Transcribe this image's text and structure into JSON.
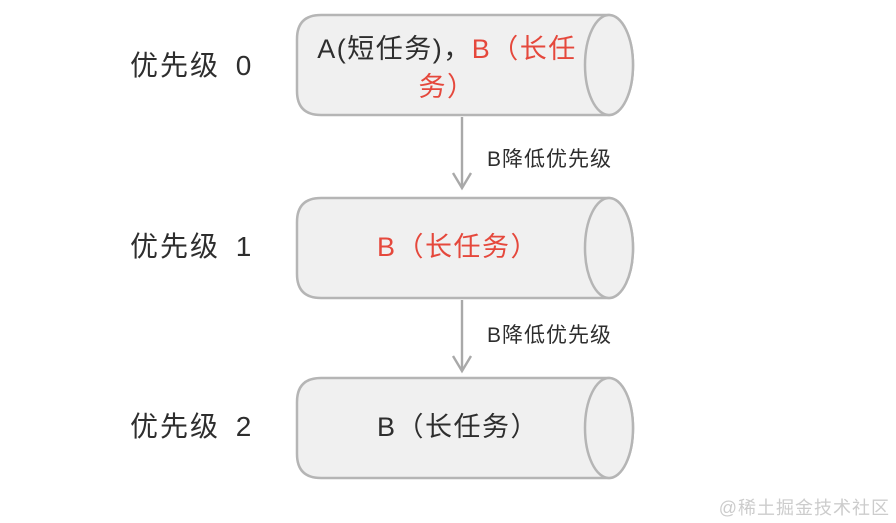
{
  "colors": {
    "background": "#ffffff",
    "text_dark": "#2e2e2e",
    "task_red": "#e5483c",
    "cylinder_fill": "#f0f0f0",
    "cylinder_stroke": "#b5b5b5",
    "arrow_gray": "#a9a9a9",
    "watermark_gray": "#cccccc"
  },
  "diagram": {
    "rows": [
      {
        "label": "优先级 0",
        "queue": {
          "segments": [
            {
              "text": "A(短任务)，",
              "color": "dark"
            },
            {
              "text": "B（长任务）",
              "color": "red"
            }
          ]
        }
      },
      {
        "label": "优先级 1",
        "queue": {
          "segments": [
            {
              "text": "B（长任务）",
              "color": "red"
            }
          ]
        }
      },
      {
        "label": "优先级 2",
        "queue": {
          "segments": [
            {
              "text": "B（长任务）",
              "color": "dark"
            }
          ]
        }
      }
    ],
    "arrows": [
      {
        "label": "B降低优先级"
      },
      {
        "label": "B降低优先级"
      }
    ]
  },
  "watermark": "@稀土掘金技术社区"
}
